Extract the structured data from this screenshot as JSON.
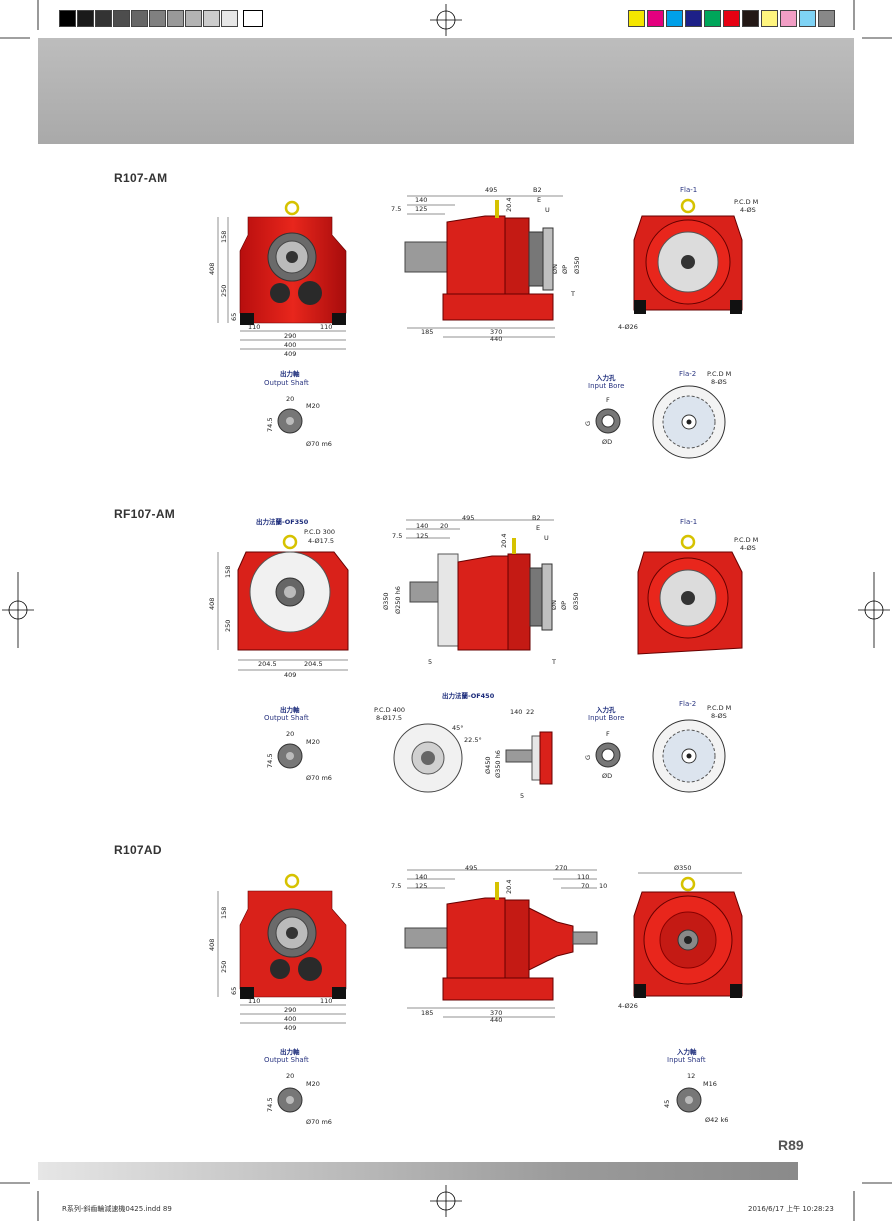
{
  "header": {
    "gray_swatches": [
      "#000000",
      "#1a1a1a",
      "#333333",
      "#4d4d4d",
      "#666666",
      "#808080",
      "#999999",
      "#b3b3b3",
      "#cccccc",
      "#e6e6e6",
      "#ffffff"
    ],
    "color_swatches": [
      "#f5e600",
      "#e4007f",
      "#00a0e9",
      "#1d2088",
      "#00a65a",
      "#e60012",
      "#231815",
      "#fff57f",
      "#f29ec5",
      "#7fd3f5",
      "#888888"
    ]
  },
  "sections": [
    {
      "title": "R107-AM",
      "front": {
        "h_total": "408",
        "h_top": "158",
        "h_bottom": "250",
        "h_foot": "65",
        "w_110a": "110",
        "w_110b": "110",
        "w_290": "290",
        "w_400": "400",
        "w_409": "409"
      },
      "side": {
        "d495": "495",
        "d140": "140",
        "d125": "125",
        "d7_5": "7.5",
        "d20_4": "20.4",
        "dB2": "B2",
        "dE": "E",
        "dU": "U",
        "dN": "ØN",
        "dP": "ØP",
        "d350": "Ø350",
        "dT": "T",
        "d185": "185",
        "d370": "370",
        "d440": "440"
      },
      "flange": {
        "title": "Fla-1",
        "pcd": "P.C.D M",
        "holes": "4-ØS",
        "foot": "4-Ø26"
      },
      "output_shaft": {
        "title_cn": "出力軸",
        "title_en": "Output Shaft",
        "d20": "20",
        "m": "M20",
        "d74_5": "74.5",
        "d70": "Ø70 m6"
      },
      "input_bore": {
        "title_cn": "入力孔",
        "title_en": "Input Bore",
        "F": "F",
        "G": "G",
        "D": "ØD"
      },
      "flange2": {
        "title": "Fla-2",
        "pcd": "P.C.D M",
        "holes": "8-ØS"
      }
    },
    {
      "title": "RF107-AM",
      "flange_title": "出力法蘭-OF350",
      "flange_pcd": "P.C.D 300",
      "flange_holes": "4-Ø17.5",
      "front": {
        "h_total": "408",
        "h_top": "158",
        "h_bottom": "250",
        "w_204a": "204.5",
        "w_204b": "204.5",
        "w_409": "409"
      },
      "side": {
        "d495": "495",
        "d140": "140",
        "d20": "20",
        "d125": "125",
        "d7_5": "7.5",
        "d20_4": "20.4",
        "dB2": "B2",
        "dE": "E",
        "dU": "U",
        "d350": "Ø350",
        "d250": "Ø250 h6",
        "dN": "ØN",
        "dP": "ØP",
        "d350b": "Ø350",
        "d5": "5",
        "dT": "T"
      },
      "flange": {
        "title": "Fla-1",
        "pcd": "P.C.D M",
        "holes": "4-ØS"
      },
      "output_shaft": {
        "title_cn": "出力軸",
        "title_en": "Output Shaft",
        "d20": "20",
        "m": "M20",
        "d74_5": "74.5",
        "d70": "Ø70 m6"
      },
      "of450": {
        "title": "出力法蘭-OF450",
        "pcd": "P.C.D 400",
        "holes": "8-Ø17.5",
        "d140": "140",
        "d22": "22",
        "d450": "Ø450",
        "d350": "Ø350 h6",
        "d5": "5",
        "a45": "45°",
        "a22_5": "22.5°"
      },
      "input_bore": {
        "title_cn": "入力孔",
        "title_en": "Input Bore",
        "F": "F",
        "G": "G",
        "D": "ØD"
      },
      "flange2": {
        "title": "Fla-2",
        "pcd": "P.C.D M",
        "holes": "8-ØS"
      }
    },
    {
      "title": "R107AD",
      "front": {
        "h_total": "408",
        "h_top": "158",
        "h_bottom": "250",
        "h_foot": "65",
        "w_110a": "110",
        "w_110b": "110",
        "w_290": "290",
        "w_400": "400",
        "w_409": "409"
      },
      "side": {
        "d495": "495",
        "d270": "270",
        "d140": "140",
        "d125": "125",
        "d7_5": "7.5",
        "d20_4": "20.4",
        "d110": "110",
        "d70": "70",
        "d10": "10",
        "d185": "185",
        "d370": "370",
        "d440": "440"
      },
      "end": {
        "d350": "Ø350",
        "foot": "4-Ø26"
      },
      "output_shaft": {
        "title_cn": "出力軸",
        "title_en": "Output Shaft",
        "d20": "20",
        "m": "M20",
        "d74_5": "74.5",
        "d70": "Ø70 m6"
      },
      "input_shaft": {
        "title_cn": "入力軸",
        "title_en": "Input Shaft",
        "d12": "12",
        "m": "M16",
        "d45": "45",
        "d42": "Ø42 k6"
      }
    }
  ],
  "page_number": "R89",
  "footer": {
    "file": "R系列-斜齒輪減速機0425.indd   89",
    "date": "2016/6/17   上午 10:28:23"
  }
}
